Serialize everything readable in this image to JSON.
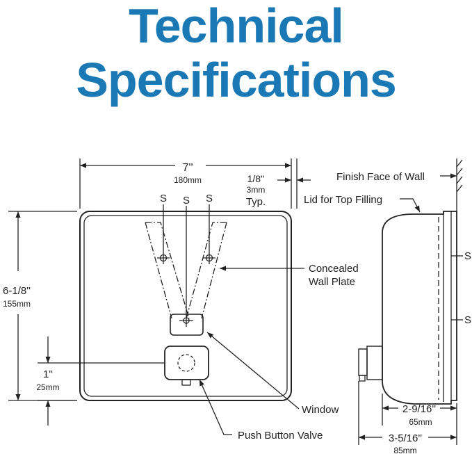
{
  "title": {
    "line1": "Technical",
    "line2": "Specifications"
  },
  "colors": {
    "title": "#1a78b4",
    "lines": "#222222"
  },
  "front_view": {
    "width_in": "7''",
    "width_mm": "180mm",
    "offset_in": "1/8''",
    "offset_mm": "3mm",
    "offset_note": "Typ.",
    "height_in": "6-1/8''",
    "height_mm": "155mm",
    "valve_in": "1''",
    "valve_mm": "25mm",
    "screw_labels": [
      "S",
      "S",
      "S"
    ],
    "concealed_line1": "Concealed",
    "concealed_line2": "Wall Plate",
    "window": "Window",
    "push_button": "Push Button Valve"
  },
  "side_view": {
    "finish_face": "Finish Face of Wall",
    "lid": "Lid for Top Filling",
    "screw_labels": [
      "S",
      "S"
    ],
    "depth1_in": "2-9/16''",
    "depth1_mm": "65mm",
    "depth2_in": "3-5/16''",
    "depth2_mm": "85mm"
  }
}
